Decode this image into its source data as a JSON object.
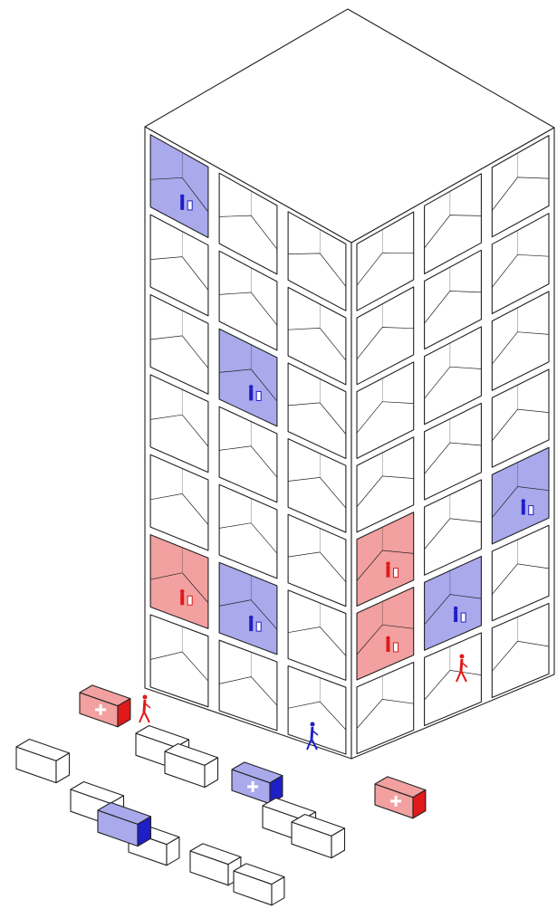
{
  "colors": {
    "line": "#222222",
    "background": "#ffffff",
    "blue_fill": "#a9a9ec",
    "red_fill": "#f2a0a0",
    "blue_figure": "#1f1fc8",
    "red_figure": "#e01a1a"
  },
  "building": {
    "left_face": {
      "columns": 3,
      "rows": 7
    },
    "right_face": {
      "columns": 3,
      "rows": 7
    },
    "highlighted_rooms": [
      {
        "face": "left",
        "column": 0,
        "row": 0,
        "color": "blue"
      },
      {
        "face": "left",
        "column": 1,
        "row": 2,
        "color": "blue"
      },
      {
        "face": "left",
        "column": 0,
        "row": 5,
        "color": "red"
      },
      {
        "face": "left",
        "column": 1,
        "row": 5,
        "color": "blue"
      },
      {
        "face": "right",
        "column": 0,
        "row": 4,
        "color": "red"
      },
      {
        "face": "right",
        "column": 2,
        "row": 4,
        "color": "blue"
      },
      {
        "face": "right",
        "column": 0,
        "row": 5,
        "color": "red"
      },
      {
        "face": "right",
        "column": 1,
        "row": 5,
        "color": "blue"
      }
    ]
  },
  "vehicles": [
    {
      "kind": "ambulance",
      "color": "red"
    },
    {
      "kind": "ambulance",
      "color": "blue"
    },
    {
      "kind": "ambulance",
      "color": "red"
    },
    {
      "kind": "car",
      "color": "none"
    },
    {
      "kind": "car",
      "color": "none"
    },
    {
      "kind": "car",
      "color": "none"
    },
    {
      "kind": "car",
      "color": "none"
    },
    {
      "kind": "car",
      "color": "none"
    },
    {
      "kind": "car",
      "color": "none"
    },
    {
      "kind": "car",
      "color": "none"
    },
    {
      "kind": "car",
      "color": "none"
    },
    {
      "kind": "car",
      "color": "none"
    },
    {
      "kind": "car",
      "color": "blue"
    }
  ],
  "pedestrians": [
    {
      "color": "red"
    },
    {
      "color": "blue"
    },
    {
      "color": "red"
    }
  ]
}
